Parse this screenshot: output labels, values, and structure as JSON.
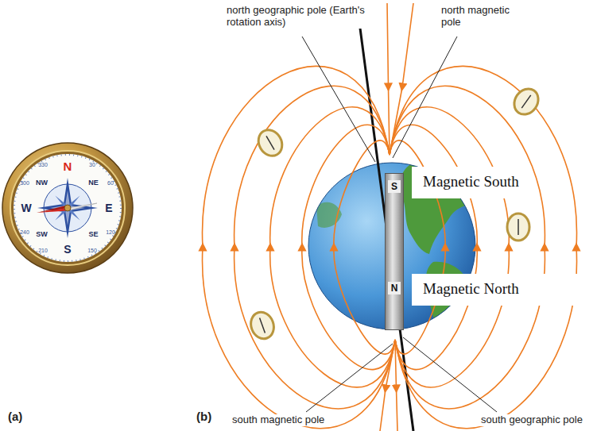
{
  "diagram": {
    "nodes": [
      {
        "text": [
          "S",
          "N"
        ]
      },
      {
        "text": [
          "Magnetic South"
        ]
      },
      {
        "text": [
          "Magnetic North"
        ]
      }
    ],
    "labels": [
      "north geographic pole (Earth's rotation axis)",
      "north magnetic pole",
      "south magnetic pole",
      "south geographic pole",
      "(a)",
      "(b)",
      "N",
      "NE",
      "E",
      "SE",
      "S",
      "SW",
      "W",
      "NW",
      "30",
      "60",
      "120",
      "150",
      "210",
      "240",
      "300",
      "330"
    ]
  }
}
